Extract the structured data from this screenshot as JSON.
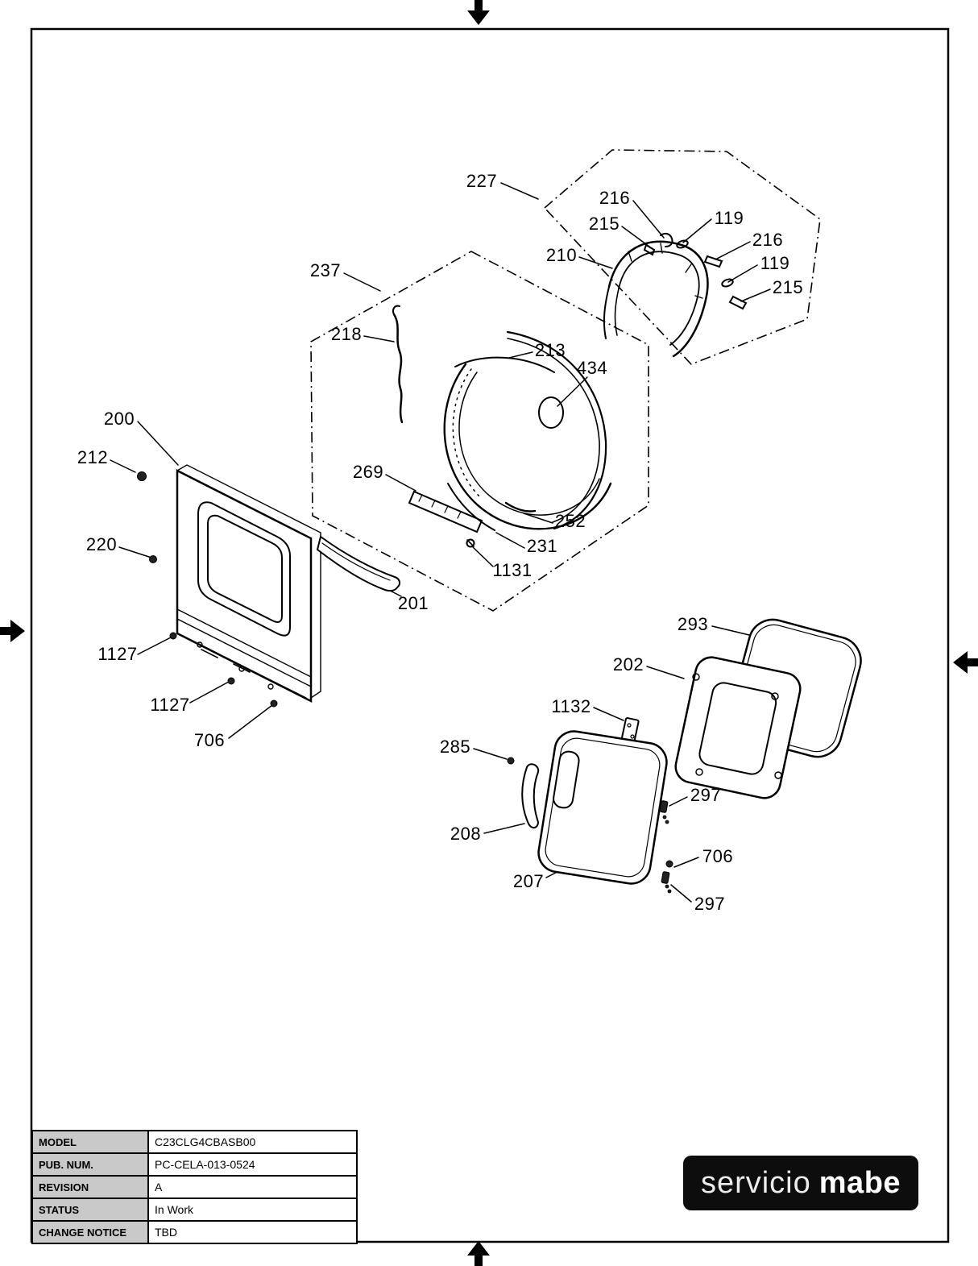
{
  "title_block": {
    "rows": [
      {
        "label": "MODEL",
        "value": "C23CLG4CBASB00"
      },
      {
        "label": "PUB. NUM.",
        "value": "PC-CELA-013-0524"
      },
      {
        "label": "REVISION",
        "value": "A"
      },
      {
        "label": "STATUS",
        "value": "In Work"
      },
      {
        "label": "CHANGE NOTICE",
        "value": "TBD"
      }
    ]
  },
  "logo": {
    "light": "servicio",
    "bold": "mabe"
  },
  "diagram": {
    "description": "Exploded parts diagram of dryer front panel and door assembly",
    "labels": [
      {
        "text": "227"
      },
      {
        "text": "216"
      },
      {
        "text": "215"
      },
      {
        "text": "119"
      },
      {
        "text": "216"
      },
      {
        "text": "119"
      },
      {
        "text": "215"
      },
      {
        "text": "210"
      },
      {
        "text": "237"
      },
      {
        "text": "218"
      },
      {
        "text": "213"
      },
      {
        "text": "434"
      },
      {
        "text": "200"
      },
      {
        "text": "212"
      },
      {
        "text": "269"
      },
      {
        "text": "220"
      },
      {
        "text": "252"
      },
      {
        "text": "231"
      },
      {
        "text": "1131"
      },
      {
        "text": "201"
      },
      {
        "text": "1127"
      },
      {
        "text": "1127"
      },
      {
        "text": "706"
      },
      {
        "text": "293"
      },
      {
        "text": "202"
      },
      {
        "text": "1132"
      },
      {
        "text": "285"
      },
      {
        "text": "297"
      },
      {
        "text": "208"
      },
      {
        "text": "706"
      },
      {
        "text": "207"
      },
      {
        "text": "297"
      }
    ]
  }
}
